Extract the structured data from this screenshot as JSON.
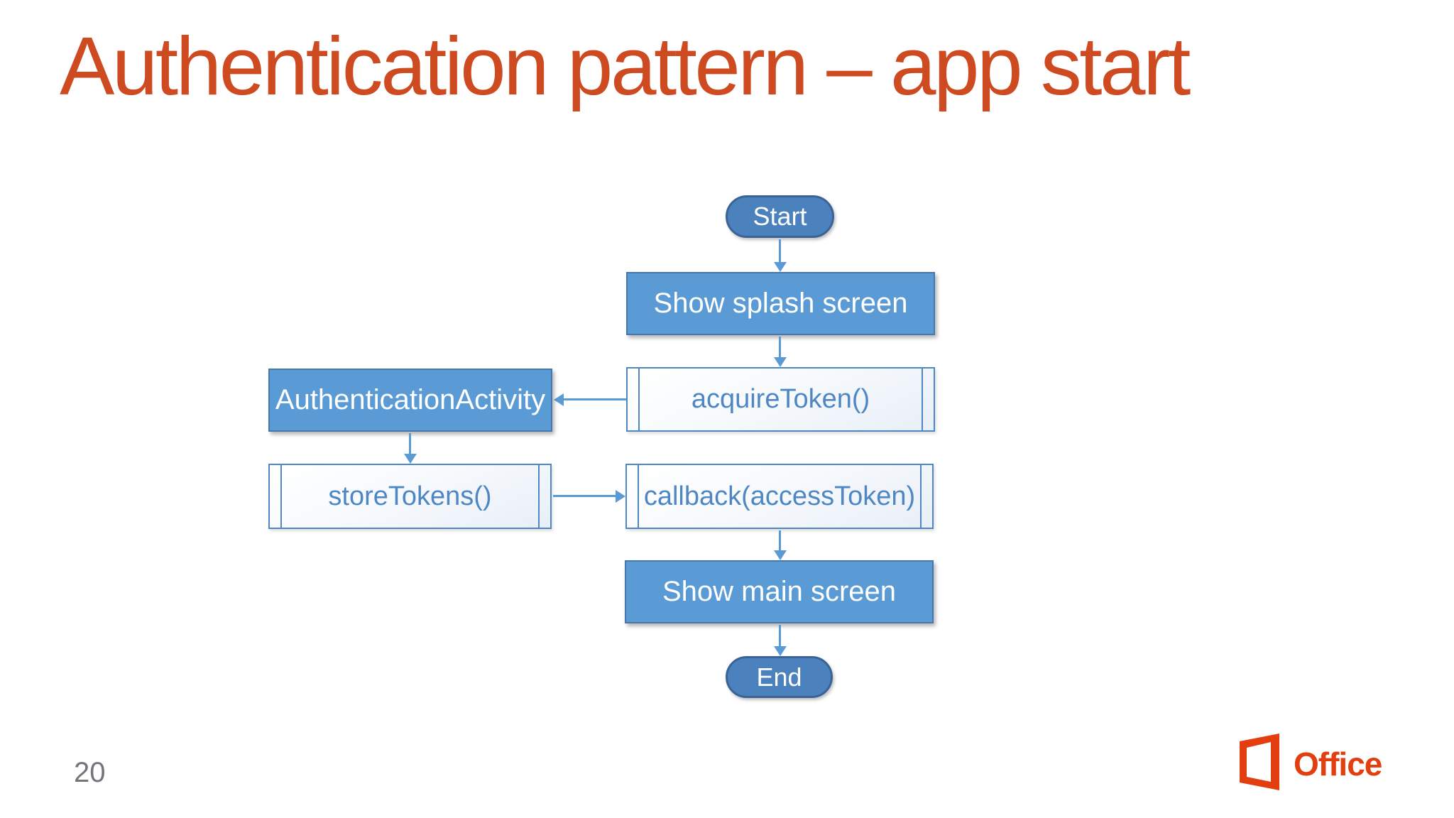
{
  "slide": {
    "title": "Authentication pattern – app start",
    "page_number": "20",
    "footer_logo_text": "Office"
  },
  "colors": {
    "title_orange": "#CE4A21",
    "office_logo_orange": "#E33E0F",
    "process_fill": "#5B9BD5",
    "process_border": "#4777AB",
    "terminator_fill": "#4B81BD",
    "terminator_border": "#3A6495",
    "subprocess_border_and_text": "#4E87C3",
    "connector_blue": "#5B9BD5",
    "page_number_gray": "#76747B"
  },
  "flowchart": {
    "nodes": [
      {
        "id": "start",
        "type": "terminator",
        "label": "Start"
      },
      {
        "id": "show-splash-screen",
        "type": "process",
        "label": "Show splash screen"
      },
      {
        "id": "acquire-token",
        "type": "subprocess",
        "label": "acquireToken()"
      },
      {
        "id": "authentication-activity",
        "type": "process",
        "label": "AuthenticationActivity"
      },
      {
        "id": "store-tokens",
        "type": "subprocess",
        "label": "storeTokens()"
      },
      {
        "id": "callback-access-token",
        "type": "subprocess",
        "label": "callback(accessToken)"
      },
      {
        "id": "show-main-screen",
        "type": "process",
        "label": "Show main screen"
      },
      {
        "id": "end",
        "type": "terminator",
        "label": "End"
      }
    ],
    "edges": [
      {
        "from": "start",
        "to": "show-splash-screen"
      },
      {
        "from": "show-splash-screen",
        "to": "acquire-token"
      },
      {
        "from": "acquire-token",
        "to": "authentication-activity"
      },
      {
        "from": "authentication-activity",
        "to": "store-tokens"
      },
      {
        "from": "store-tokens",
        "to": "callback-access-token"
      },
      {
        "from": "callback-access-token",
        "to": "show-main-screen"
      },
      {
        "from": "show-main-screen",
        "to": "end"
      }
    ]
  }
}
